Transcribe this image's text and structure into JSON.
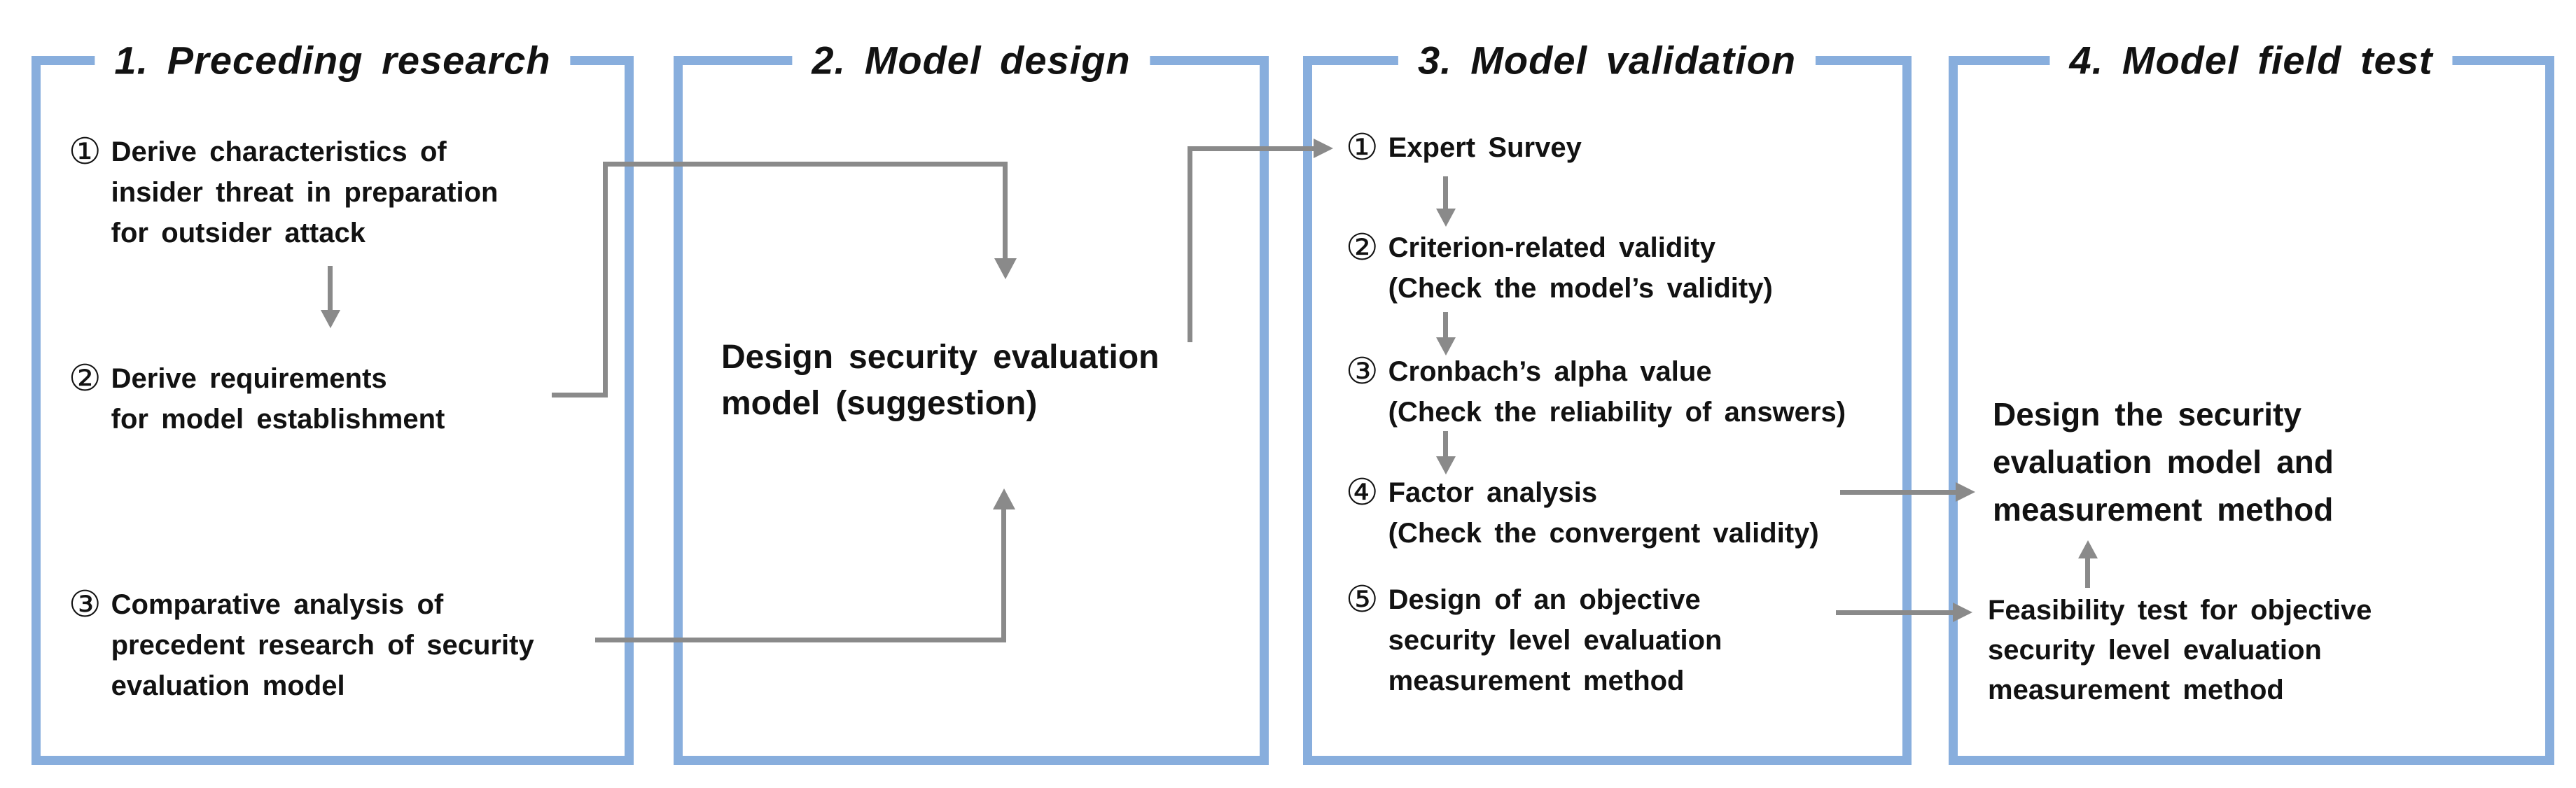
{
  "colors": {
    "panel_border": "#88AEDD",
    "arrow": "#8a8a8a",
    "text": "#121212",
    "background": "#ffffff"
  },
  "panels": {
    "p1": {
      "title": "1. Preceding research",
      "items": [
        {
          "num": "①",
          "lines": [
            "Derive characteristics of",
            "insider threat in preparation",
            "for outsider attack"
          ]
        },
        {
          "num": "②",
          "lines": [
            "Derive requirements",
            "for model establishment"
          ]
        },
        {
          "num": "③",
          "lines": [
            "Comparative analysis of",
            "precedent research of security",
            "evaluation model"
          ]
        }
      ]
    },
    "p2": {
      "title": "2. Model design",
      "heading_lines": [
        "Design security evaluation",
        "model (suggestion)"
      ]
    },
    "p3": {
      "title": "3. Model validation",
      "items": [
        {
          "num": "①",
          "lines": [
            "Expert Survey"
          ]
        },
        {
          "num": "②",
          "lines": [
            "Criterion-related validity",
            "(Check the model’s validity)"
          ]
        },
        {
          "num": "③",
          "lines": [
            "Cronbach’s alpha value",
            "(Check the reliability of answers)"
          ]
        },
        {
          "num": "④",
          "lines": [
            "Factor analysis",
            "(Check the convergent validity)"
          ]
        },
        {
          "num": "⑤",
          "lines": [
            "Design of an objective",
            "security level evaluation",
            "measurement method"
          ]
        }
      ]
    },
    "p4": {
      "title": "4. Model field test",
      "primary_lines": [
        "Design the security",
        "evaluation model and",
        "measurement method"
      ],
      "secondary_lines": [
        "Feasibility test for objective",
        "security level evaluation",
        "measurement method"
      ]
    }
  }
}
